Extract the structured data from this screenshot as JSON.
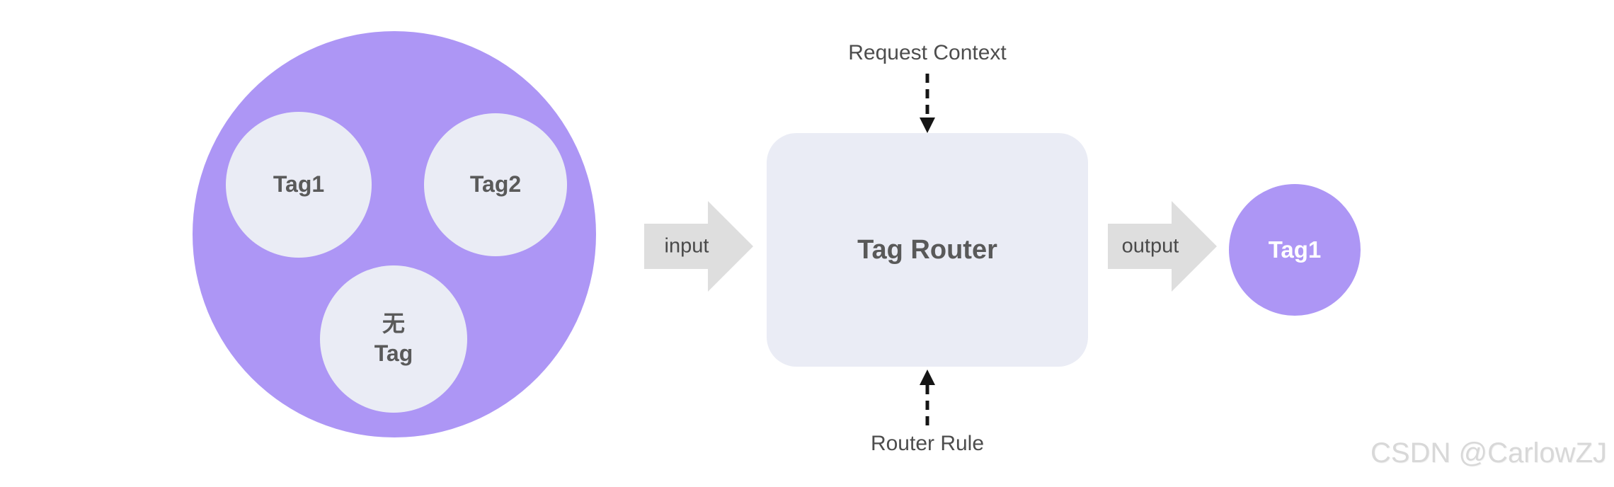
{
  "pool": {
    "nodes": [
      {
        "label": "Tag1"
      },
      {
        "label": "Tag2"
      },
      {
        "label": "无\nTag"
      }
    ]
  },
  "flow": {
    "input_label": "input",
    "output_label": "output"
  },
  "router": {
    "label": "Tag Router",
    "top_annotation": "Request Context",
    "bottom_annotation": "Router Rule"
  },
  "output_node": {
    "label": "Tag1"
  },
  "watermark": "CSDN @CarlowZJ",
  "colors": {
    "accent_purple": "#ad96f5",
    "node_fill": "#eaecf5",
    "arrow_gray": "#dedede",
    "label_gray": "#5a5a5a",
    "dashed_black": "#151515",
    "watermark_gray": "#d8d8d8"
  }
}
